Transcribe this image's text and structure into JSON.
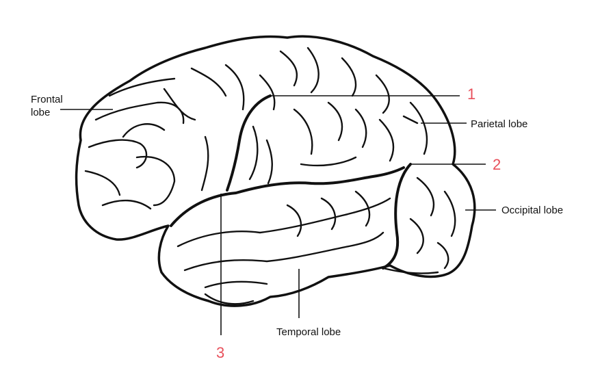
{
  "labels": {
    "frontal": "Frontal\nlobe",
    "parietal": "Parietal lobe",
    "occipital": "Occipital lobe",
    "temporal": "Temporal lobe"
  },
  "markers": {
    "one": "1",
    "two": "2",
    "three": "3"
  },
  "colors": {
    "marker": "#e8505b",
    "ink": "#111111"
  }
}
